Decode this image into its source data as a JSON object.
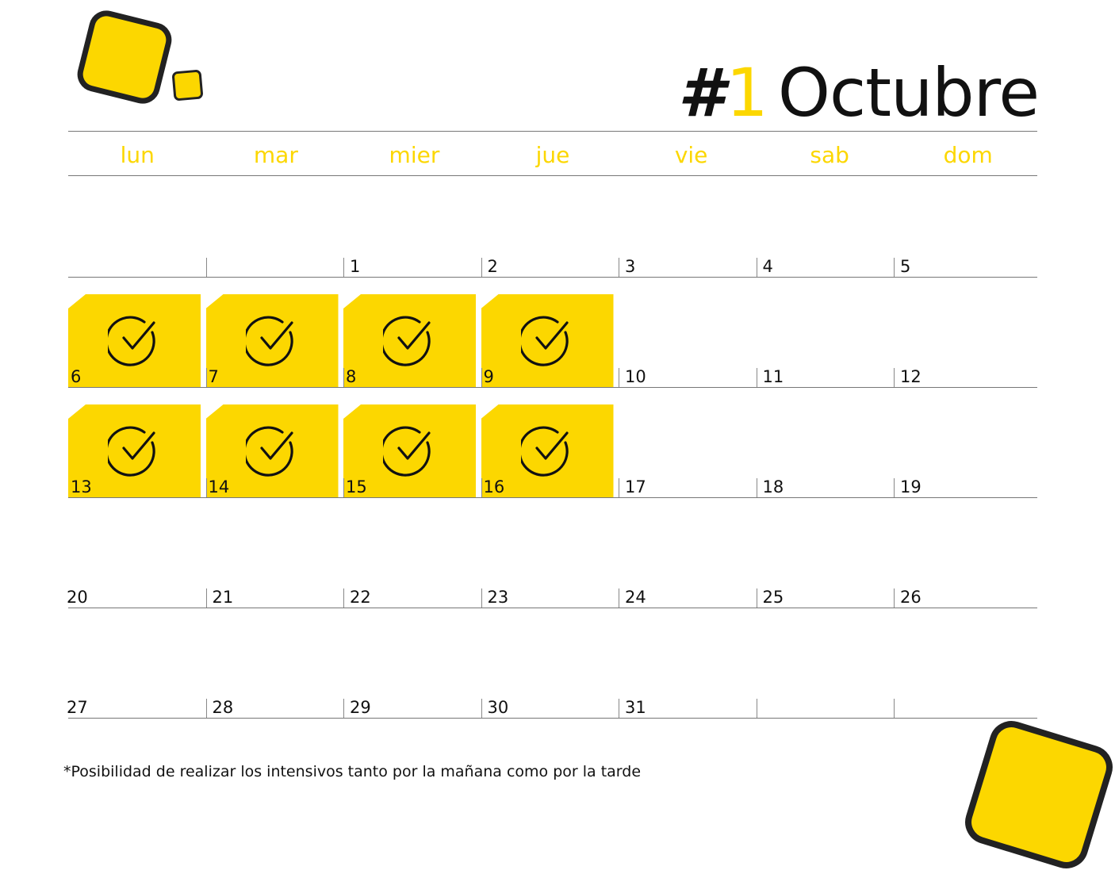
{
  "header": {
    "hash": "#",
    "number": "1",
    "month": "Octubre"
  },
  "colors": {
    "accent": "#FCD700",
    "text": "#111111",
    "lines": "#777777"
  },
  "weekdays": [
    "lun",
    "mar",
    "mier",
    "jue",
    "vie",
    "sab",
    "dom"
  ],
  "weeks": [
    [
      "",
      "",
      "1",
      "2",
      "3",
      "4",
      "5"
    ],
    [
      "6",
      "7",
      "8",
      "9",
      "10",
      "11",
      "12"
    ],
    [
      "13",
      "14",
      "15",
      "16",
      "17",
      "18",
      "19"
    ],
    [
      "20",
      "21",
      "22",
      "23",
      "24",
      "25",
      "26"
    ],
    [
      "27",
      "28",
      "29",
      "30",
      "31",
      "",
      ""
    ]
  ],
  "highlighted_days": [
    "6",
    "7",
    "8",
    "9",
    "13",
    "14",
    "15",
    "16"
  ],
  "highlight_icon": "check-circle-icon",
  "footnote": "*Posibilidad de realizar los intensivos tanto por la mañana como por la tarde"
}
